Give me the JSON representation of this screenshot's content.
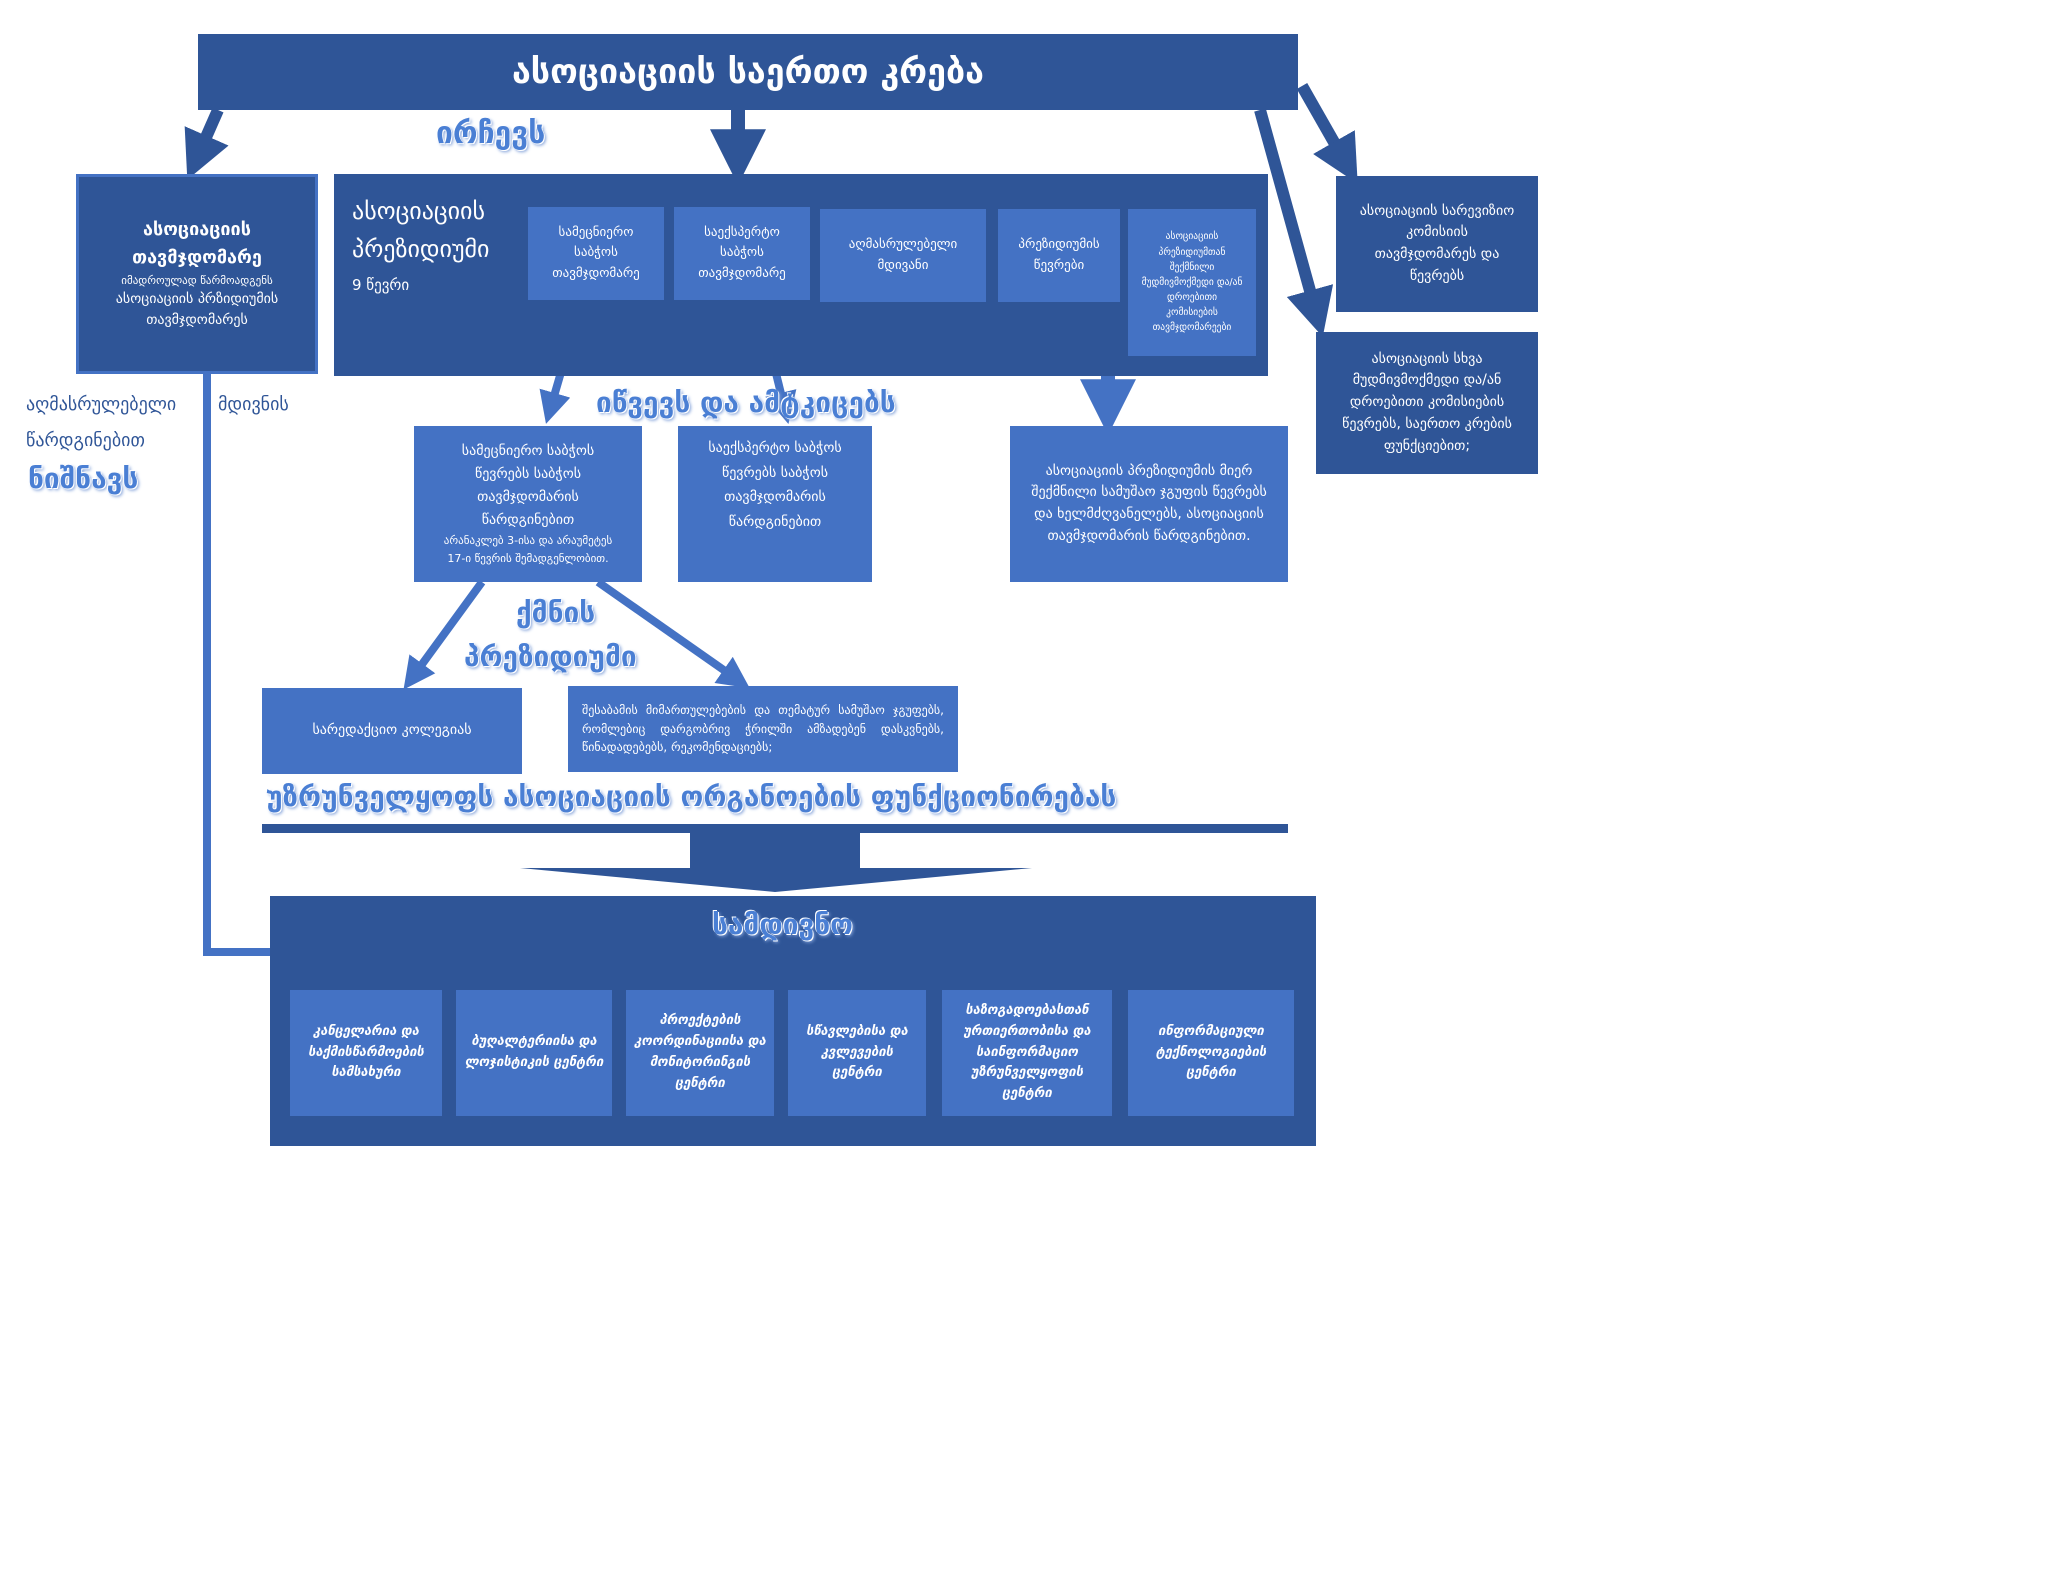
{
  "top": {
    "title": "ასოციაციის საერთო კრება"
  },
  "labels": {
    "elects": "ირჩევს",
    "appoint_note_part1": "აღმასრულებელი",
    "appoint_note_part2": "მდივნის",
    "appoint_note_part3": "წარდგინებით",
    "appoints": "ნიშნავს",
    "selects_confirms": "იწვევს  და  ამტკიცებს",
    "creates": "ქმნის",
    "presidium": "პრეზიდიუმი",
    "ensures": "უზრუნველყოფს ასოციაციის ორგანოების  ფუნქციონირებას"
  },
  "chairman": {
    "title_line1": "ასოციაციის",
    "title_line2": "თავმჯდომარე",
    "desc_line1": "იმადროულად წარმოადგენს",
    "desc_line2": "ასოციაციის პრზიდიუმის",
    "desc_line3": "თავმჯდომარეს"
  },
  "presidium": {
    "title_line1": "ასოციაციის",
    "title_line2": "პრეზიდიუმი",
    "members": "9 წევრი",
    "cells": [
      "სამეცნიერო საბჭოს თავმჯდომარე",
      "საექსპერტო საბჭოს თავმჯდომარე",
      "აღმასრულებელი მდივანი",
      "პრეზიდიუმის წევრები",
      "ასოციაციის პრეზიდიუმთან შექმნილი მუდმივმოქმედი და/ან დროებითი კომისიების თავმჯდომარეები"
    ]
  },
  "right": {
    "audit": "ასოციაციის სარევიზიო კომისიის თავმჯდომარეს და წევრებს",
    "other": "ასოციაციის სხვა მუდმივმოქმედი და/ან დროებითი კომისიების წევრებს, საერთო კრების ფუნქციებით;"
  },
  "councils": {
    "scientific_line1": "სამეცნიერო საბჭოს",
    "scientific_line2": "წევრებს საბჭოს",
    "scientific_line3": "თავმჯდომარის",
    "scientific_line4": "წარდგინებით",
    "scientific_note1": "არანაკლებ 3-ისა და არაუმეტეს",
    "scientific_note2": "17-ი წევრის შემადგენლობით.",
    "expert": "საექსპერტო საბჭოს წევრებს საბჭოს თავმჯდომარის წარდგინებით",
    "workgroups": "ასოციაციის პრეზიდიუმის მიერ შექმნილი სამუშაო ჯგუფის წევრებს და ხელმძღვანელებს, ასოციაციის თავმჯდომარის წარდგინებით."
  },
  "lower": {
    "editorial": "სარედაქციო კოლეგიას",
    "thematic": "შესაბამის მიმართულებების და თემატურ სამუშაო ჯგუფებს, რომლებიც დარგობრივ ჭრილში ამზადებენ დასკვნებს, წინადადებებს, რეკომენდაციებს;"
  },
  "secretariat": {
    "title": "სამდივნო",
    "units": [
      "კანცელარია და საქმისწარმოების სამსახური",
      "ბუღალტერიისა და ლოჯისტიკის ცენტრი",
      "პროექტების კოორდინაციისა და მონიტორინგის ცენტრი",
      "სწავლებისა და კვლევების ცენტრი",
      "საზოგადოებასთან ურთიერთობისა და საინფორმაციო უზრუნველყოფის ცენტრი",
      "ინფორმაციული ტექნოლოგიების ცენტრი"
    ]
  }
}
